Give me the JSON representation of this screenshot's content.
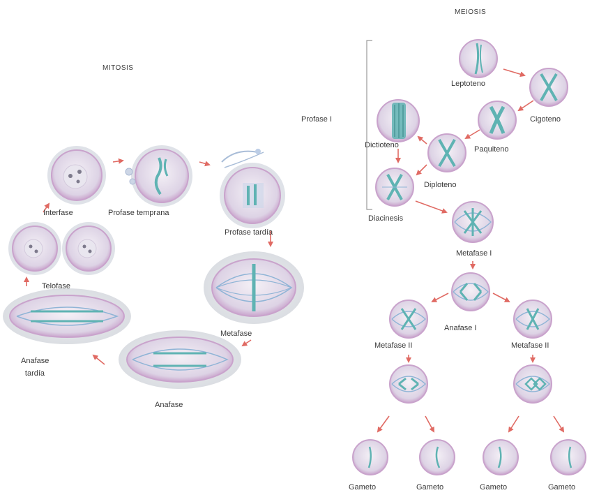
{
  "mitosis": {
    "title": "MITOSIS",
    "stages": {
      "interfase": "Interfase",
      "profase_temprana": "Profase temprana",
      "profase_tardia": "Profase tardía",
      "metafase": "Metafase",
      "anafase": "Anafase",
      "anafase_tardia_1": "Anafase",
      "anafase_tardia_2": "tardía",
      "telofase": "Telofase"
    }
  },
  "meiosis": {
    "title": "MEIOSIS",
    "profase_label": "Profase I",
    "stages": {
      "leptoteno": "Leptoteno",
      "cigoteno": "Cigoteno",
      "paquiteno": "Paquiteno",
      "diploteno": "Diploteno",
      "dictioteno": "Dictioteno",
      "diacinesis": "Diacinesis",
      "metafase_1": "Metafase I",
      "anafase_1": "Anafase I",
      "metafase_2_left": "Metafase II",
      "metafase_2_right": "Metafase II"
    },
    "gametes": [
      "Gameto",
      "Gameto",
      "Gameto",
      "Gameto"
    ]
  },
  "colors": {
    "cell_fill": "#e3dbe9",
    "cell_stroke": "#c9a3cc",
    "halo": "#e4e6ea",
    "chromosome": "#5fb3b3",
    "spindle": "#8fb4d6",
    "arrow": "#e06a63"
  }
}
